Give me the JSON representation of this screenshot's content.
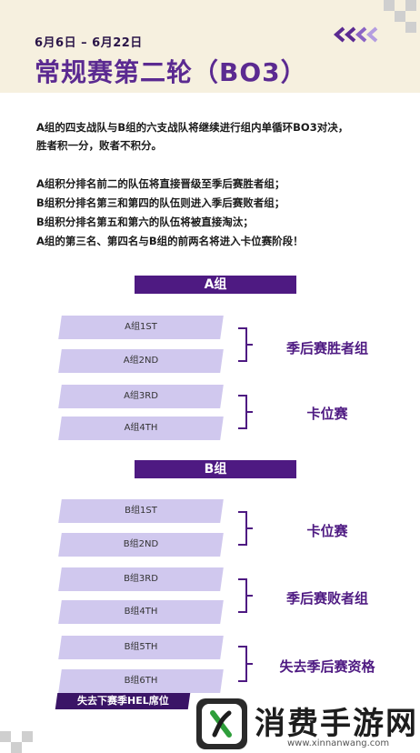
{
  "header": {
    "date": "6月6日 – 6月22日",
    "title": "常规赛第二轮（BO3）"
  },
  "intro": [
    "A组的四支战队与B组的六支战队将继续进行组内单循环BO3对决，",
    "胜者积一分，败者不积分。"
  ],
  "rules": [
    "A组积分排名前二的队伍将直接晋级至季后赛胜者组；",
    "B组积分排名第三和第四的队伍则进入季后赛败者组；",
    "B组积分排名第五和第六的队伍将被直接淘汰；",
    "A组的第三名、第四名与B组的前两名将进入卡位赛阶段！"
  ],
  "group_a": {
    "name": "A组",
    "teams": [
      "A组1ST",
      "A组2ND",
      "A组3RD",
      "A组4TH"
    ],
    "outcomes": [
      "季后赛胜者组",
      "卡位赛"
    ]
  },
  "group_b": {
    "name": "B组",
    "teams": [
      "B组1ST",
      "B组2ND",
      "B组3RD",
      "B组4TH",
      "B组5TH",
      "B组6TH"
    ],
    "outcomes": [
      "卡位赛",
      "季后赛败者组",
      "失去季后赛资格"
    ]
  },
  "footer": {
    "banner": "失去下赛季HEL席位"
  },
  "watermark": {
    "name": "消费手游网",
    "url": "www.xinnanwang.com"
  },
  "colors": {
    "accent": "#4e1a82",
    "title": "#5b2a91",
    "team_slot": "#d0c8ee",
    "header_band": "#f6f0df"
  }
}
